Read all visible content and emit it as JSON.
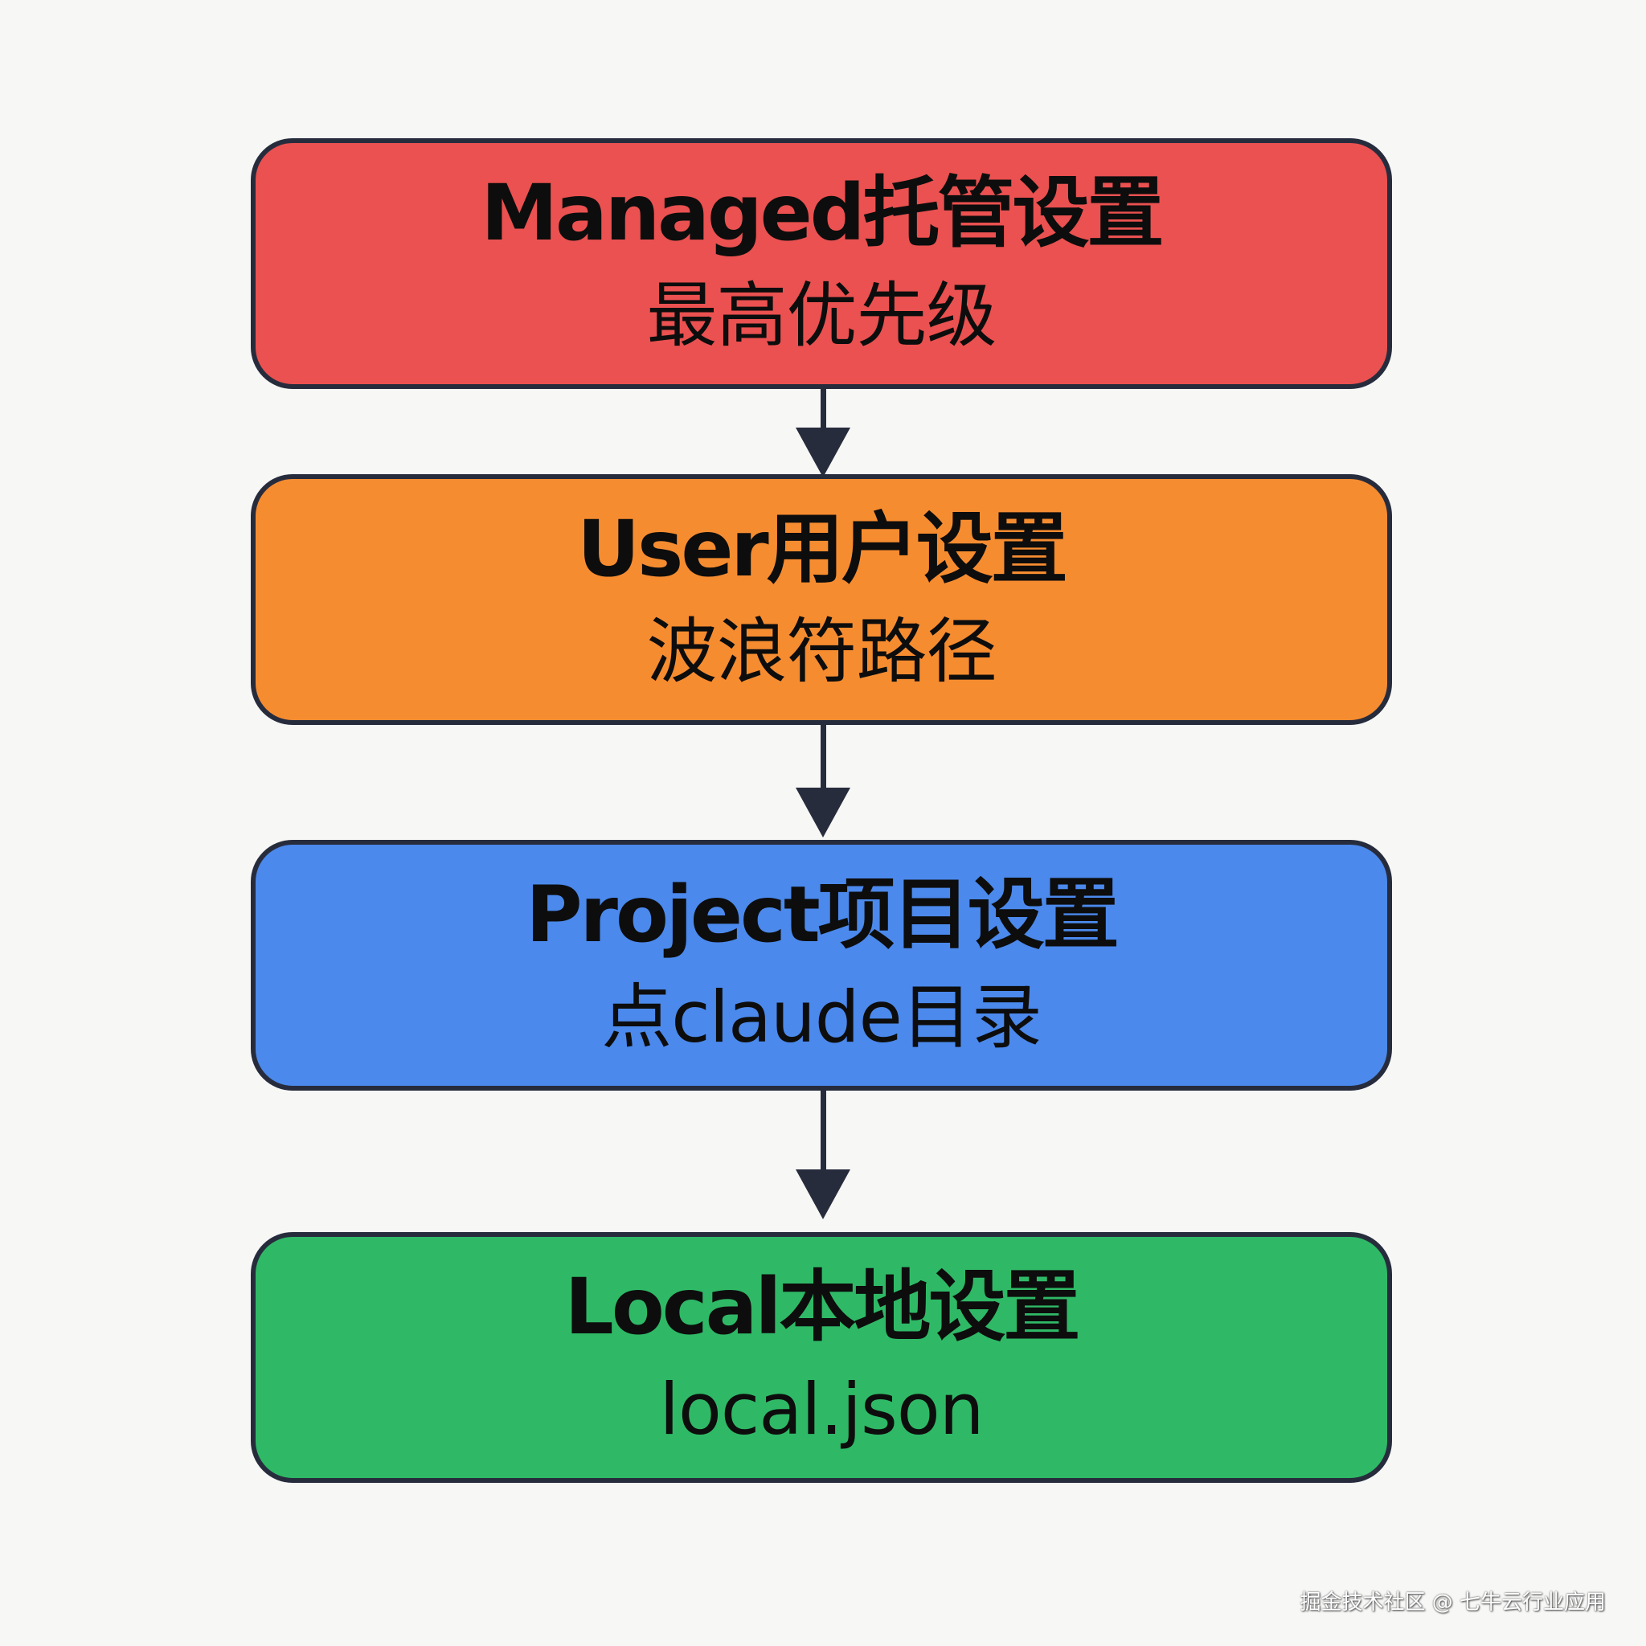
{
  "diagram": {
    "type": "vertical-flow",
    "description": "Settings precedence hierarchy",
    "nodes": [
      {
        "title": "Managed托管设置",
        "subtitle": "最高优先级",
        "color": "#ea5150"
      },
      {
        "title": "User用户设置",
        "subtitle": "波浪符路径",
        "color": "#f68c30"
      },
      {
        "title": "Project项目设置",
        "subtitle": "点claude目录",
        "color": "#4b89ec"
      },
      {
        "title": "Local本地设置",
        "subtitle": "local.json",
        "color": "#2fb966"
      }
    ],
    "edges": [
      {
        "from": 0,
        "to": 1
      },
      {
        "from": 1,
        "to": 2
      },
      {
        "from": 2,
        "to": 3
      }
    ],
    "border_color": "#272c3d",
    "arrow_color": "#272c3d"
  },
  "watermark": "掘金技术社区 @ 七牛云行业应用"
}
